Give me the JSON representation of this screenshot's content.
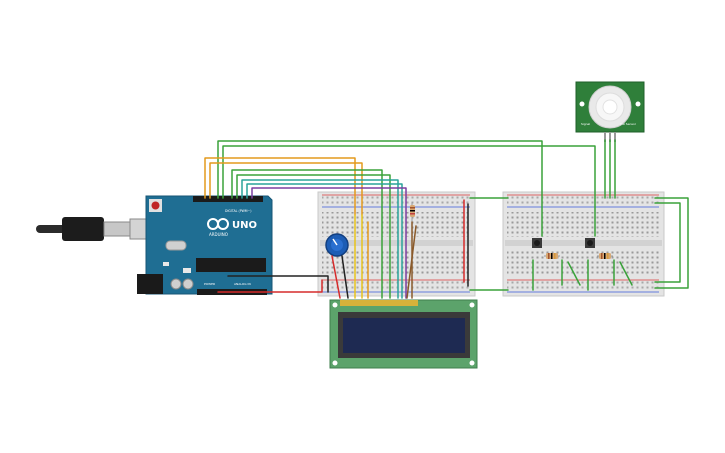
{
  "arduino": {
    "logo_text": "UNO",
    "brand_text": "ARDUINO",
    "digital_label": "DIGITAL (PWM~)",
    "power_label": "POWER",
    "analog_label": "ANALOG IN"
  },
  "pir_sensor": {
    "left_label": "Signal",
    "right_label": "PIR Sensor"
  },
  "colors": {
    "board_teal": "#1f6e93",
    "wire_green": "#3aa23a",
    "wire_orange": "#e39a1d",
    "wire_yellow": "#e8c31b",
    "wire_purple": "#7b3fa0",
    "wire_teal": "#2aa39a",
    "wire_red": "#d62b2b",
    "wire_black": "#222222",
    "wire_brown": "#8a5a2b",
    "lcd_pcb": "#5ca36b",
    "lcd_screen": "#1e2a52",
    "pir_pcb": "#2f7f3a"
  }
}
